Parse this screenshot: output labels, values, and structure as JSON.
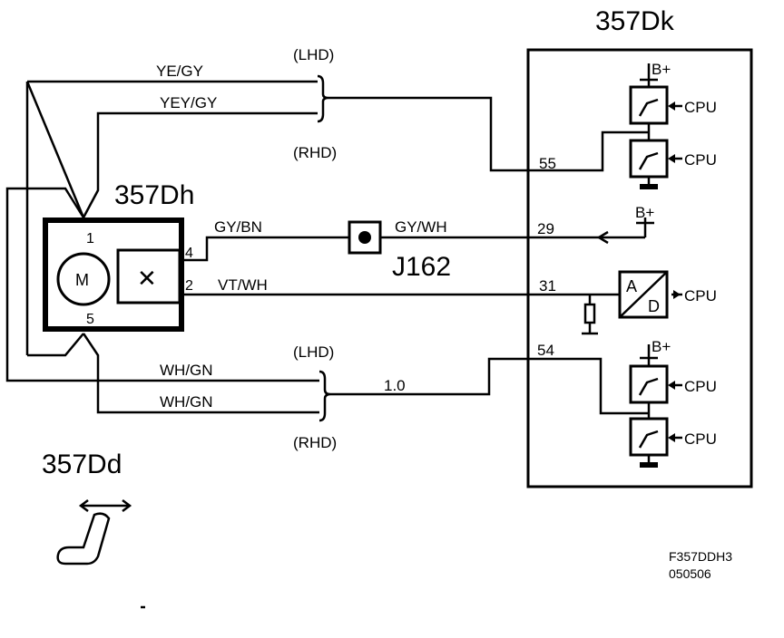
{
  "components": {
    "control_unit": "357Dk",
    "motor_unit": "357Dh",
    "connector": "J162",
    "seat_symbol": "357Dd"
  },
  "motor": {
    "symbol": "M",
    "sensor_symbol": "✕",
    "pins": [
      "1",
      "5",
      "4",
      "2"
    ]
  },
  "wires": {
    "ye_gy": "YE/GY",
    "yey_gy": "YEY/GY",
    "gy_bn": "GY/BN",
    "gy_wh": "GY/WH",
    "vt_wh": "VT/WH",
    "wh_gn_1": "WH/GN",
    "wh_gn_2": "WH/GN",
    "size": "1.0"
  },
  "variants": {
    "lhd_top": "(LHD)",
    "rhd_top": "(RHD)",
    "lhd_bottom": "(LHD)",
    "rhd_bottom": "(RHD)"
  },
  "control_pins": {
    "p55": "55",
    "p29": "29",
    "p31": "31",
    "p54": "54"
  },
  "internal": {
    "b_plus": "B+",
    "cpu": "CPU",
    "ad_a": "A",
    "ad_d": "D"
  },
  "footer": {
    "figure_id": "F357DDH3",
    "date_code": "050506"
  }
}
